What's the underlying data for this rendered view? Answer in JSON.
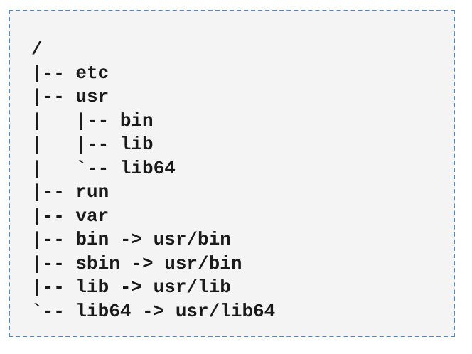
{
  "tree_lines": [
    "/",
    "|-- etc",
    "|-- usr",
    "|   |-- bin",
    "|   |-- lib",
    "|   `-- lib64",
    "|-- run",
    "|-- var",
    "|-- bin -> usr/bin",
    "|-- sbin -> usr/bin",
    "|-- lib -> usr/lib",
    "`-- lib64 -> usr/lib64"
  ],
  "colors": {
    "box_background": "#f4f4f4",
    "box_border": "#5b86b4",
    "text": "#1a1a1a"
  }
}
